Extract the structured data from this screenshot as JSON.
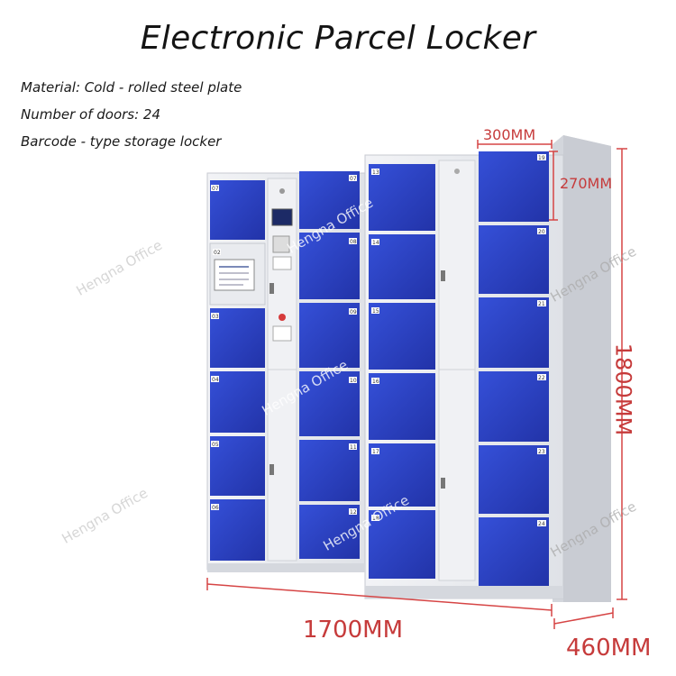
{
  "title": "Electronic Parcel Locker",
  "specs": [
    "Material: Cold - rolled steel plate",
    "Number of doors: 24",
    "Barcode - type storage locker"
  ],
  "dimensions": {
    "door_width": "300MM",
    "door_height": "270MM",
    "cabinet_height": "1800MM",
    "cabinet_width": "1700MM",
    "cabinet_depth": "460MM"
  },
  "watermark": "Hengna Office",
  "doors": {
    "col1": [
      "07",
      "02",
      "03",
      "04",
      "05",
      "06"
    ],
    "col2": [
      "07",
      "08",
      "09",
      "10",
      "11",
      "12"
    ],
    "col3": [
      "13",
      "14",
      "15",
      "16",
      "17",
      "18"
    ],
    "col4": [
      "19",
      "20",
      "21",
      "22",
      "23",
      "24"
    ]
  },
  "colors": {
    "door_blue": "#2a3fc0",
    "frame_gray": "#e6e8ec",
    "dimension_red": "#c63b3b"
  }
}
